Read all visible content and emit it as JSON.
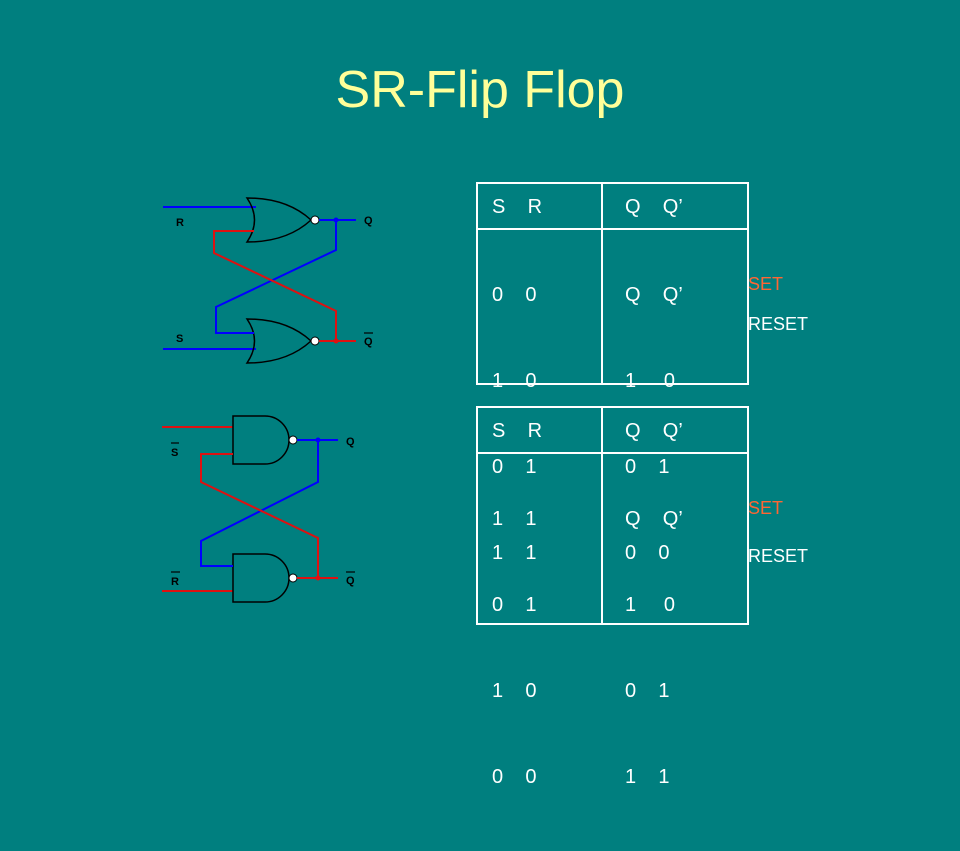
{
  "title": "SR-Flip Flop",
  "nor_diagram": {
    "label_r": "R",
    "label_s": "S",
    "label_q": "Q",
    "label_qbar": "Q"
  },
  "nand_diagram": {
    "label_sbar": "S",
    "label_rbar": "R",
    "label_q": "Q",
    "label_qbar": "Q"
  },
  "table_nor": {
    "head_left": "S    R",
    "head_right": "Q    Q’",
    "rows": [
      {
        "inputs": "0    0",
        "outputs": "Q    Q’"
      },
      {
        "inputs": "1    0",
        "outputs": "1     0"
      },
      {
        "inputs": "0    1",
        "outputs": "0    1"
      },
      {
        "inputs": "1    1",
        "outputs": "0    0"
      }
    ]
  },
  "table_nand": {
    "head_left": "S    R",
    "head_right": "Q    Q’",
    "rows": [
      {
        "inputs": "1    1",
        "outputs": "Q    Q’"
      },
      {
        "inputs": "0    1",
        "outputs": "1     0"
      },
      {
        "inputs": "1    0",
        "outputs": "0    1"
      },
      {
        "inputs": "0    0",
        "outputs": "1    1"
      }
    ]
  },
  "notes_nor": {
    "arrow": "",
    "set": "SET",
    "reset": "RESET"
  },
  "notes_nand": {
    "arrow": "",
    "set": "SET",
    "reset": "RESET"
  },
  "colors": {
    "background": "#007f7f",
    "title": "#ffff99",
    "wire_blue": "#0000ff",
    "wire_red": "#dd1111",
    "set": "#ff6633"
  }
}
